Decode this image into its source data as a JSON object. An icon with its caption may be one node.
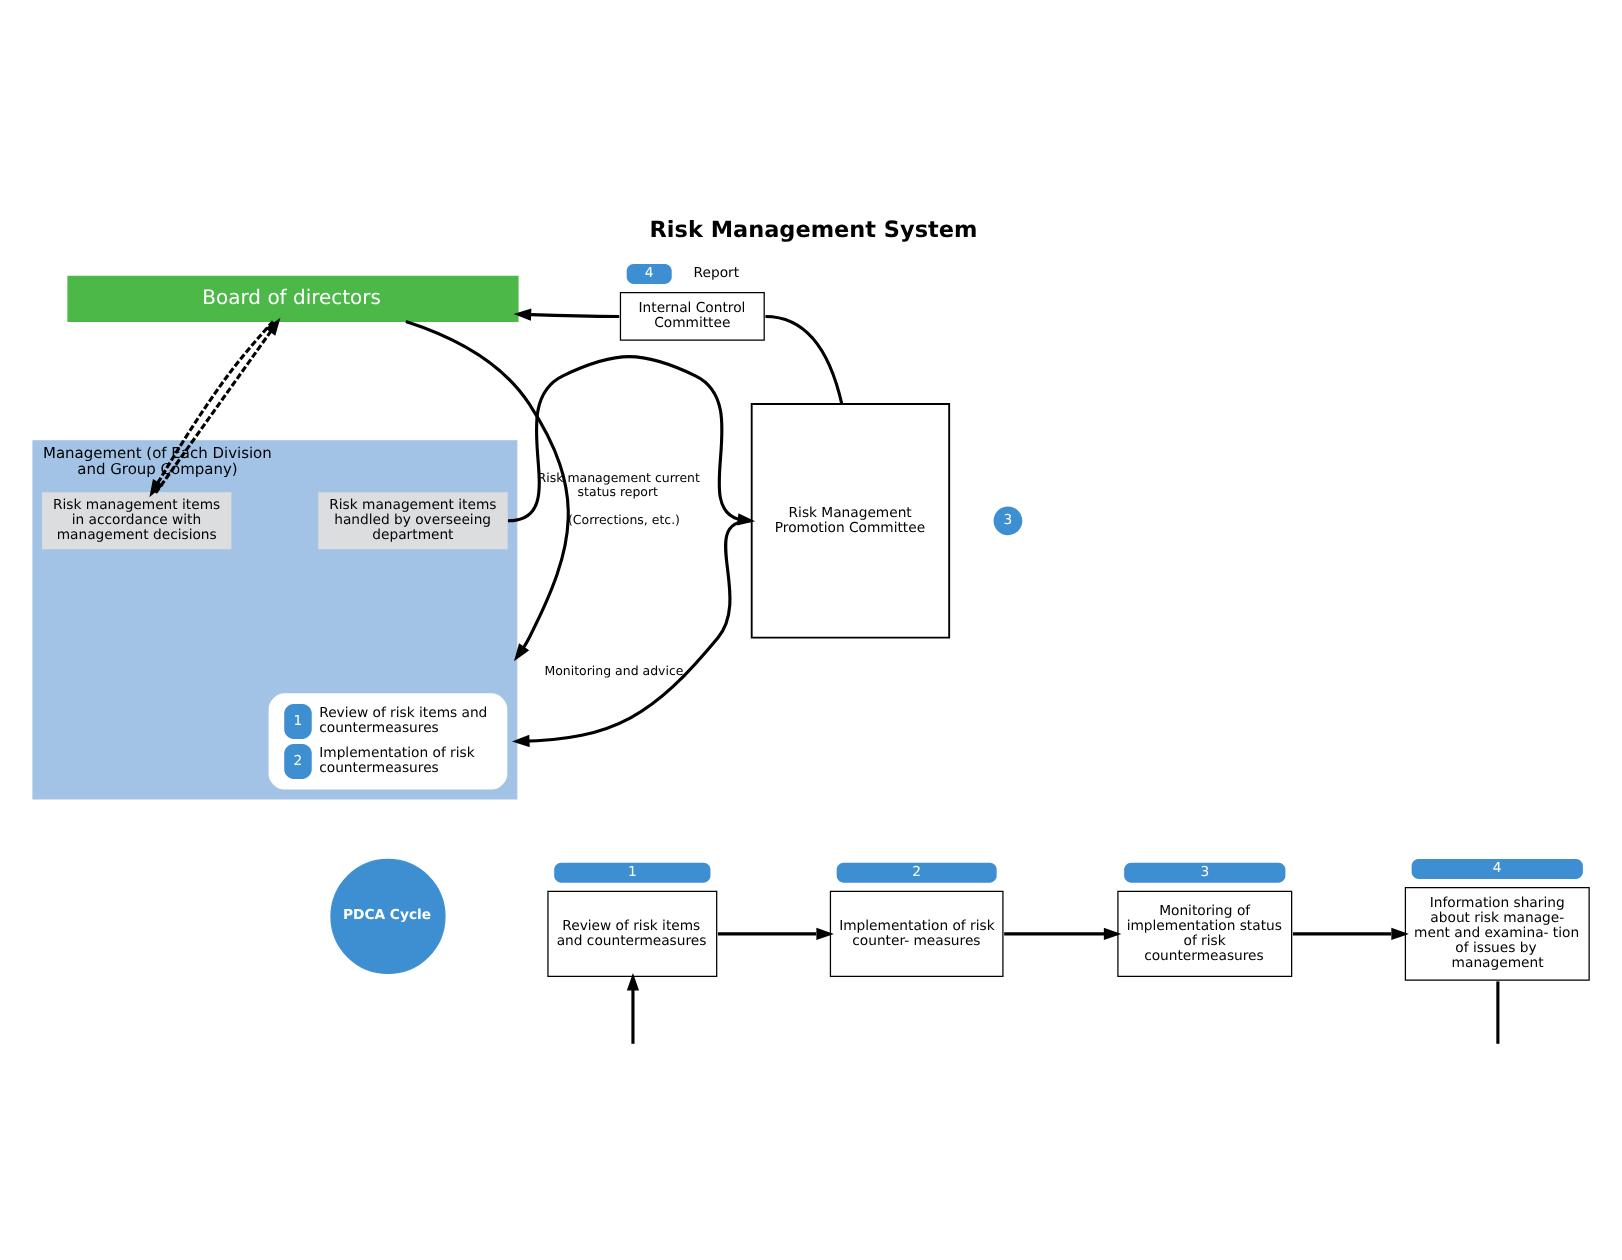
{
  "diagram": {
    "title": "Risk Management System",
    "nodes": [
      {
        "text": [
          "Board of directors"
        ]
      },
      {
        "text": [
          "Internal Control Committee"
        ],
        "beside": [
          "4",
          "Report"
        ]
      },
      {
        "text": [
          "Management (of Each Division and Group Company)"
        ]
      },
      {
        "text": [
          "Risk management items in accordance with management decisions"
        ],
        "in": 2
      },
      {
        "text": [
          "Risk management items handled by overseeing department"
        ],
        "in": 2
      },
      {
        "text": [
          "1",
          "Review of risk items and countermeasures",
          "2",
          "Implementation of risk countermeasures"
        ],
        "in": 2
      },
      {
        "text": [
          "Risk Management Promotion Committee"
        ]
      },
      {
        "text": [
          "PDCA Cycle"
        ]
      },
      {
        "text": [
          "Review of risk items and countermeasures"
        ],
        "beside": [
          "1"
        ]
      },
      {
        "text": [
          "Implementation of risk counter- measures"
        ],
        "beside": [
          "2"
        ]
      },
      {
        "text": [
          "Monitoring of implementation status of risk countermeasures"
        ],
        "beside": [
          "3"
        ]
      },
      {
        "text": [
          "Information sharing about risk manage- ment and examina- tion of issues by management"
        ],
        "beside": [
          "4"
        ]
      }
    ],
    "edges": [
      {
        "from": 0,
        "to": 3,
        "arrow": "to",
        "style": "dashed"
      },
      {
        "from": 3,
        "to": 0,
        "arrow": "to",
        "style": "dashed"
      },
      {
        "from": 0,
        "to": 2,
        "arrow": "to",
        "label": "(Corrections, etc.)"
      },
      {
        "from": 1,
        "to": 0,
        "arrow": "to"
      },
      {
        "from": 1,
        "to": 6,
        "arrow": "none"
      },
      {
        "from": 4,
        "to": 6,
        "arrow": "to",
        "label": "Risk management current status report"
      },
      {
        "from": 6,
        "to": 2,
        "arrow": "to",
        "label": "Monitoring and advice"
      },
      {
        "from": 8,
        "to": 9,
        "arrow": "to"
      },
      {
        "from": 9,
        "to": 10,
        "arrow": "to"
      },
      {
        "from": 10,
        "to": 11,
        "arrow": "to"
      },
      {
        "from": 11,
        "to": null,
        "arrow": "none"
      },
      {
        "from": null,
        "to": 8,
        "arrow": "to"
      }
    ],
    "labels": [
      "3"
    ]
  }
}
